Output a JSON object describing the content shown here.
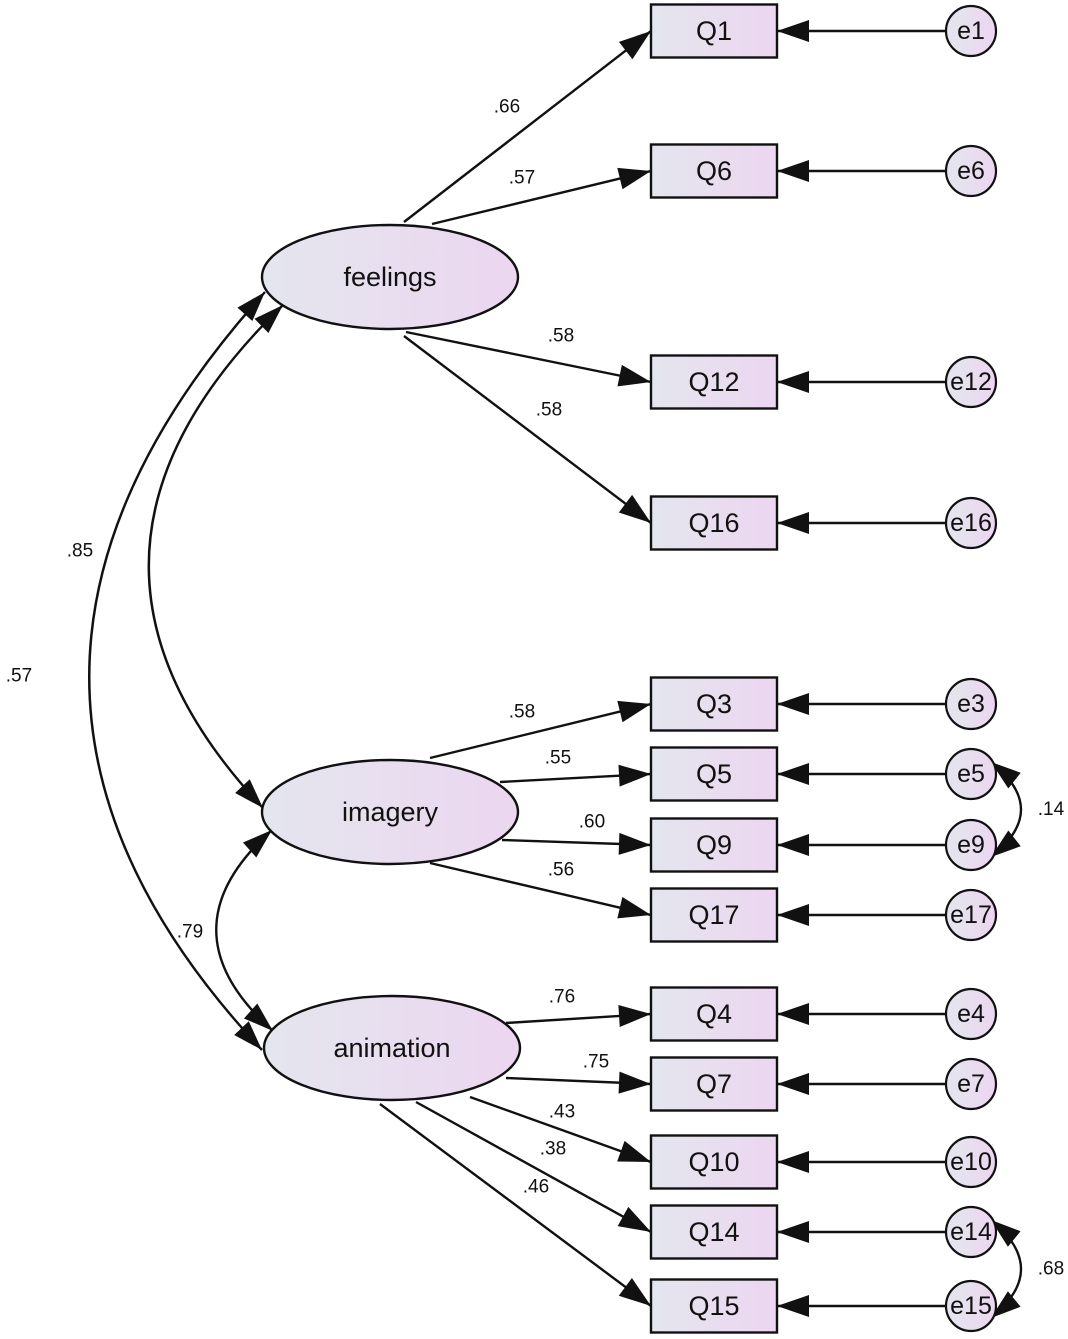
{
  "factors": [
    {
      "id": "feelings",
      "label": "feelings"
    },
    {
      "id": "imagery",
      "label": "imagery"
    },
    {
      "id": "animation",
      "label": "animation"
    }
  ],
  "items": [
    {
      "id": "Q1",
      "label": "Q1",
      "factor": "feelings",
      "loading": ".66",
      "error": "e1"
    },
    {
      "id": "Q6",
      "label": "Q6",
      "factor": "feelings",
      "loading": ".57",
      "error": "e6"
    },
    {
      "id": "Q12",
      "label": "Q12",
      "factor": "feelings",
      "loading": ".58",
      "error": "e12"
    },
    {
      "id": "Q16",
      "label": "Q16",
      "factor": "feelings",
      "loading": ".58",
      "error": "e16"
    },
    {
      "id": "Q3",
      "label": "Q3",
      "factor": "imagery",
      "loading": ".58",
      "error": "e3"
    },
    {
      "id": "Q5",
      "label": "Q5",
      "factor": "imagery",
      "loading": ".55",
      "error": "e5"
    },
    {
      "id": "Q9",
      "label": "Q9",
      "factor": "imagery",
      "loading": ".60",
      "error": "e9"
    },
    {
      "id": "Q17",
      "label": "Q17",
      "factor": "imagery",
      "loading": ".56",
      "error": "e17"
    },
    {
      "id": "Q4",
      "label": "Q4",
      "factor": "animation",
      "loading": ".76",
      "error": "e4"
    },
    {
      "id": "Q7",
      "label": "Q7",
      "factor": "animation",
      "loading": ".75",
      "error": "e7"
    },
    {
      "id": "Q10",
      "label": "Q10",
      "factor": "animation",
      "loading": ".43",
      "error": "e10"
    },
    {
      "id": "Q14",
      "label": "Q14",
      "factor": "animation",
      "loading": ".38",
      "error": "e14"
    },
    {
      "id": "Q15",
      "label": "Q15",
      "factor": "animation",
      "loading": ".46",
      "error": "e15"
    }
  ],
  "factor_covariances": [
    {
      "from": "feelings",
      "to": "imagery",
      "value": ".85"
    },
    {
      "from": "feelings",
      "to": "animation",
      "value": ".57"
    },
    {
      "from": "imagery",
      "to": "animation",
      "value": ".79"
    }
  ],
  "error_covariances": [
    {
      "from": "e5",
      "to": "e9",
      "value": ".14"
    },
    {
      "from": "e14",
      "to": "e15",
      "value": ".68"
    }
  ],
  "colors": {
    "fill_start": "#e4e6ee",
    "fill_end": "#ecd6f0",
    "stroke": "#111111"
  }
}
